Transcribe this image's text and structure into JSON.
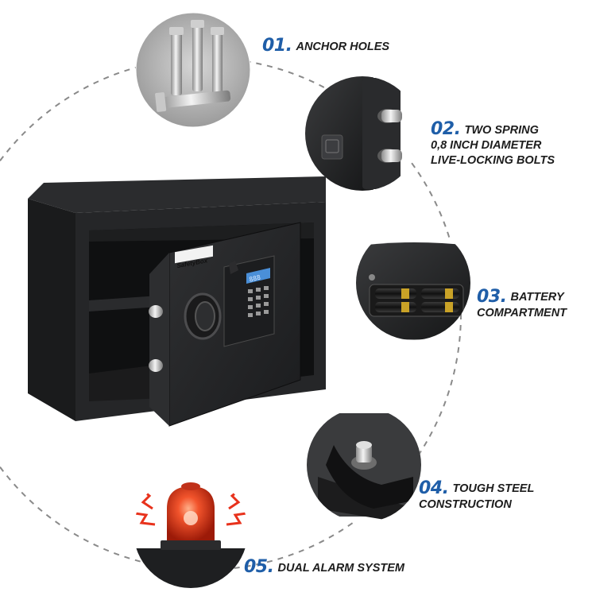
{
  "brand": {
    "logo_text": "SafetyBox"
  },
  "display": {
    "lcd_text": "888"
  },
  "features": [
    {
      "number": "01.",
      "lines": [
        "ANCHOR HOLES"
      ]
    },
    {
      "number": "02.",
      "lines": [
        "TWO SPRING",
        "0,8 INCH DIAMETER",
        "LIVE-LOCKING BOLTS"
      ]
    },
    {
      "number": "03.",
      "lines": [
        "BATTERY",
        "COMPARTMENT"
      ]
    },
    {
      "number": "04.",
      "lines": [
        "TOUGH STEEL",
        "CONSTRUCTION"
      ]
    },
    {
      "number": "05.",
      "lines": [
        "DUAL ALARM SYSTEM"
      ]
    }
  ],
  "colors": {
    "number_accent": "#1f5ea8",
    "label_text": "#1d1d1d",
    "safe_body": "#1e1f21",
    "alarm_red": "#e8321c"
  },
  "icons": [
    "anchor-bolts-image",
    "locking-bolts-image",
    "battery-compartment-image",
    "steel-hinge-image",
    "alarm-light-icon",
    "keypad-icon"
  ]
}
